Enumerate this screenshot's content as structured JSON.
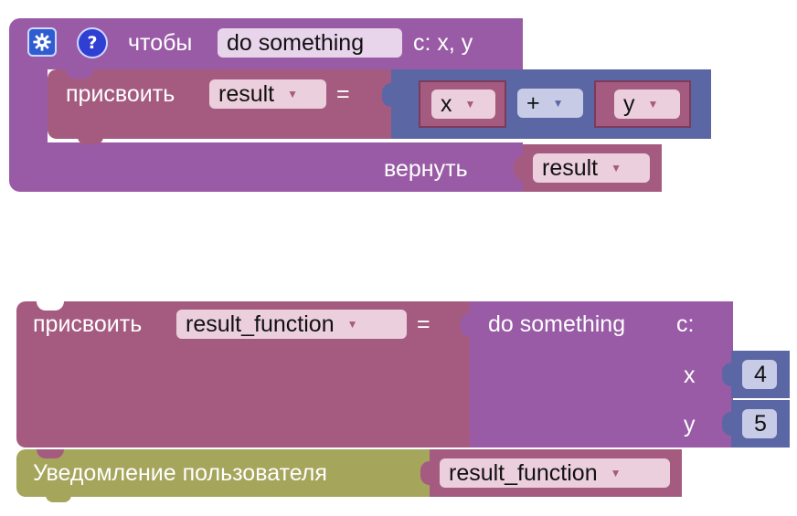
{
  "colors": {
    "procedure": "#995ba5",
    "variable": "#a55b80",
    "math": "#5b67a5",
    "text": "#a5a55b",
    "field_light": "#e8d5eb",
    "field_var": "#eccfdc",
    "field_math": "#c7cbe6"
  },
  "function_block": {
    "settings_icon": "gear-icon",
    "help_icon": "question-icon",
    "help_symbol": "?",
    "to_label": "чтобы",
    "name": "do something",
    "params_label": "с: x, y",
    "set_block": {
      "label": "присвоить",
      "var_name": "result",
      "equals": "=",
      "expr": {
        "left": "x",
        "op": "+",
        "right": "y"
      }
    },
    "return_label": "вернуть",
    "return_var": "result"
  },
  "second_set": {
    "label": "присвоить",
    "var_name": "result_function",
    "equals": "=",
    "call": {
      "name": "do something",
      "with_label": "с:",
      "args": [
        {
          "name": "x",
          "value": "4"
        },
        {
          "name": "y",
          "value": "5"
        }
      ]
    }
  },
  "alert_block": {
    "label": "Уведомление пользователя",
    "var_name": "result_function"
  },
  "dropdown_arrow": "▼"
}
